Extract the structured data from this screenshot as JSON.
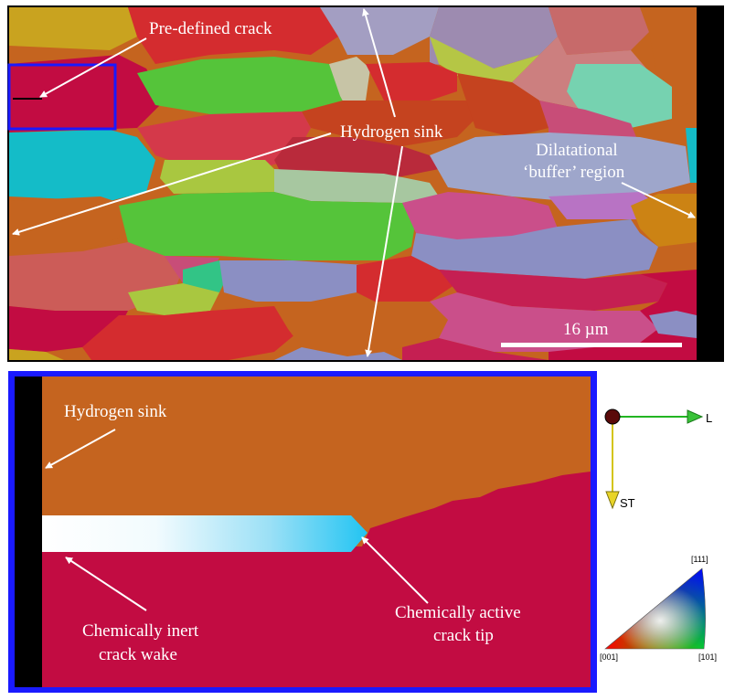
{
  "top_panel": {
    "labels": {
      "predefined_crack": "Pre-defined crack",
      "hydrogen_sink": "Hydrogen sink",
      "dilatational_line1": "Dilatational",
      "dilatational_line2": "‘buffer’ region"
    },
    "scale_bar": "16 µm"
  },
  "bottom_panel": {
    "labels": {
      "hydrogen_sink": "Hydrogen sink",
      "inert_line1": "Chemically inert",
      "inert_line2": "crack wake",
      "active_line1": "Chemically active",
      "active_line2": "crack tip"
    }
  },
  "axes": {
    "x_label": "L",
    "y_label": "ST"
  },
  "ipf_legend": {
    "top": "[111]",
    "left": "[001]",
    "right": "[101]"
  },
  "colors": {
    "frame_blue": "#1a1aff",
    "orange_grain": "#c5641f",
    "crimson_grain": "#c20c42",
    "crack_tip_cyan": "#22c4f2"
  }
}
